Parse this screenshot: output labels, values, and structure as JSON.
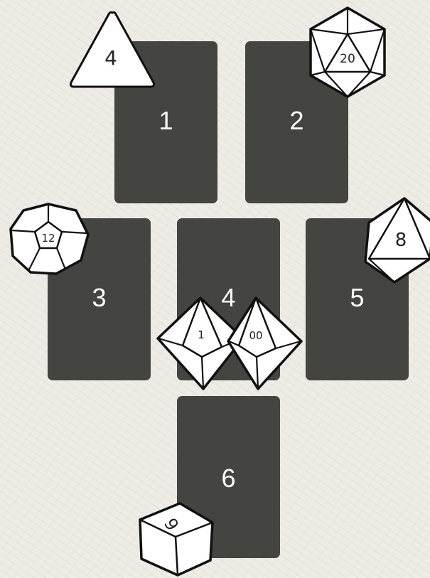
{
  "cards": [
    {
      "label": "1"
    },
    {
      "label": "2"
    },
    {
      "label": "3"
    },
    {
      "label": "4"
    },
    {
      "label": "5"
    },
    {
      "label": "6"
    }
  ],
  "dice": {
    "d4": "4",
    "d20": "20",
    "d12": "12",
    "d8": "8",
    "d10_units": "1",
    "d10_tens": "00",
    "d6": "6"
  },
  "colors": {
    "background": "#efebe5",
    "card": "#444440",
    "card_text": "#ffffff",
    "die_fill": "#ffffff",
    "die_stroke": "#111111"
  }
}
